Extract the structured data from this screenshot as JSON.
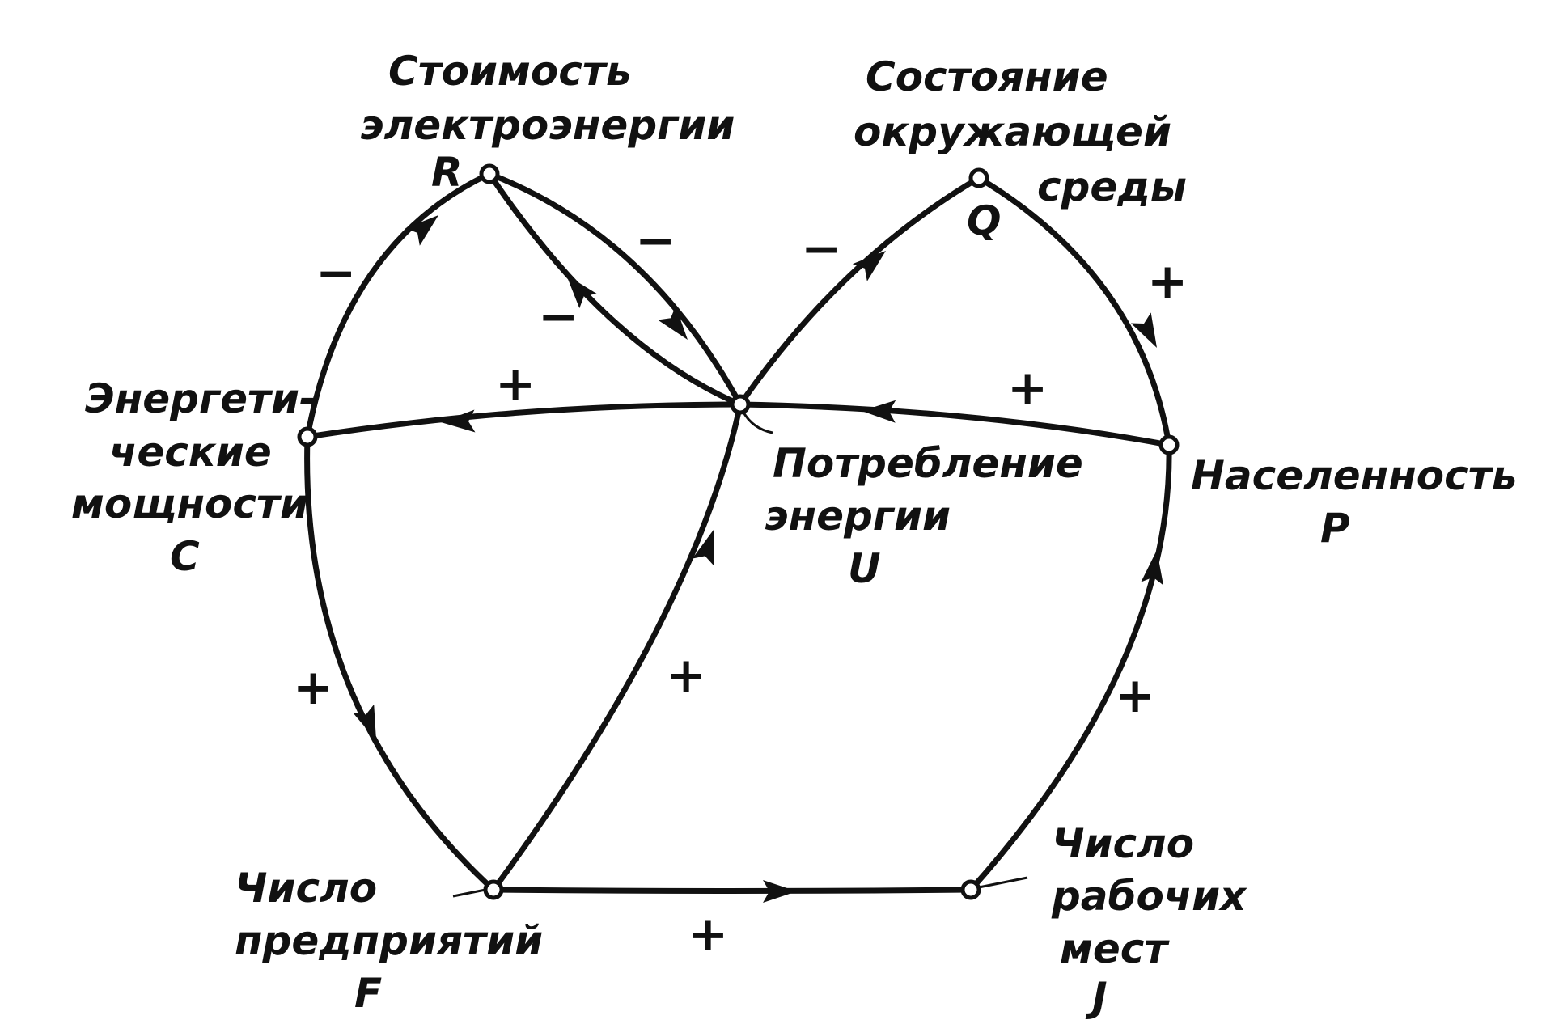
{
  "nodes": {
    "R": {
      "label_lines": [
        "Стоимость",
        "электроэнергии"
      ],
      "letter": "R"
    },
    "Q": {
      "label_lines": [
        "Состояние",
        "окружающей",
        "среды"
      ],
      "letter": "Q"
    },
    "C": {
      "label_lines": [
        "Энергети-",
        "ческие",
        "мощности"
      ],
      "letter": "C"
    },
    "U": {
      "label_lines": [
        "Потребление",
        "энергии"
      ],
      "letter": "U"
    },
    "P": {
      "label_lines": [
        "Населенность"
      ],
      "letter": "P"
    },
    "F": {
      "label_lines": [
        "Число",
        "предприятий"
      ],
      "letter": "F"
    },
    "J": {
      "label_lines": [
        "Число",
        "рабочих",
        "мест"
      ],
      "letter": "J"
    }
  },
  "edges": [
    {
      "id": "C-R",
      "sign": "−"
    },
    {
      "id": "R-U",
      "sign": "−"
    },
    {
      "id": "U-R",
      "sign": "−"
    },
    {
      "id": "U-Q",
      "sign": "−"
    },
    {
      "id": "Q-P",
      "sign": "+"
    },
    {
      "id": "U-C",
      "sign": "+"
    },
    {
      "id": "P-U",
      "sign": "+"
    },
    {
      "id": "C-F",
      "sign": "+"
    },
    {
      "id": "F-U",
      "sign": "+"
    },
    {
      "id": "F-J",
      "sign": "+"
    },
    {
      "id": "J-P",
      "sign": "+"
    }
  ],
  "icons": {
    "node_marker": "open-circle-node",
    "arrowhead": "filled-arrowhead"
  },
  "colors": {
    "ink": "#111111",
    "background": "#ffffff"
  }
}
